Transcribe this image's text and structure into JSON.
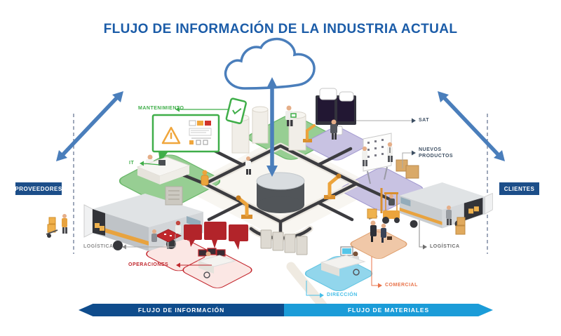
{
  "title": "FLUJO DE INFORMACIÓN DE LA INDUSTRIA ACTUAL",
  "badges": {
    "proveedores": "PROVEEDORES",
    "clientes": "CLIENTES"
  },
  "callouts": {
    "mantenimiento": "MANTENIMIENTO",
    "it": "IT",
    "sat": "SAT",
    "nuevos_productos": "NUEVOS PRODUCTOS",
    "logistica_izq": "LOGÍSTICA",
    "logistica_der": "LOGÍSTICA",
    "operaciones": "OPERACIONES",
    "direccion": "DIRECCIÓN",
    "comercial": "COMERCIAL"
  },
  "bottom_bars": {
    "info": "FLUJO DE INFORMACIÓN",
    "materiales": "FLUJO DE MATERIALES"
  },
  "icons": {
    "cloud": "cloud-icon",
    "double_arrow_vertical": "cloud-link-arrow-icon",
    "double_arrow_left": "proveedores-exchange-arrow-icon",
    "double_arrow_right": "clientes-exchange-arrow-icon",
    "warning": "warning-triangle-icon",
    "database": "central-database-cylinder"
  },
  "colors": {
    "title_navy": "#1B5CA8",
    "steel_blue": "#4A7EBB",
    "badge_navy": "#1C4E89",
    "green": "#3FAE49",
    "red": "#C0272D",
    "light_blue": "#45BEE8",
    "orange": "#E8734A",
    "gray": "#8C8C8C",
    "dark_label": "#3D4F63",
    "bar_dark_blue": "#0F4C8C",
    "bar_light_blue": "#1B9CD8"
  }
}
